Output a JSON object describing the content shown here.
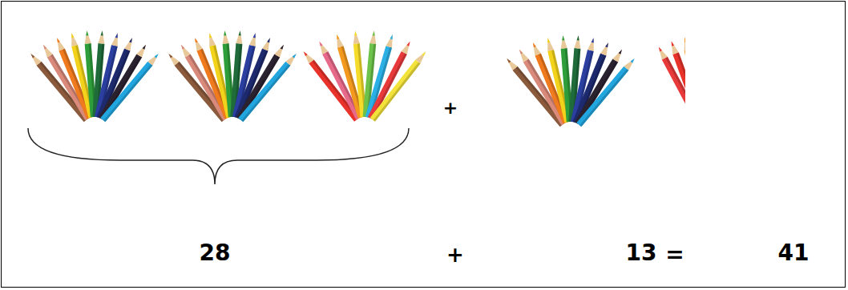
{
  "diagram": {
    "labels": [
      "+",
      "28",
      "+",
      "13",
      "=",
      "41"
    ]
  }
}
